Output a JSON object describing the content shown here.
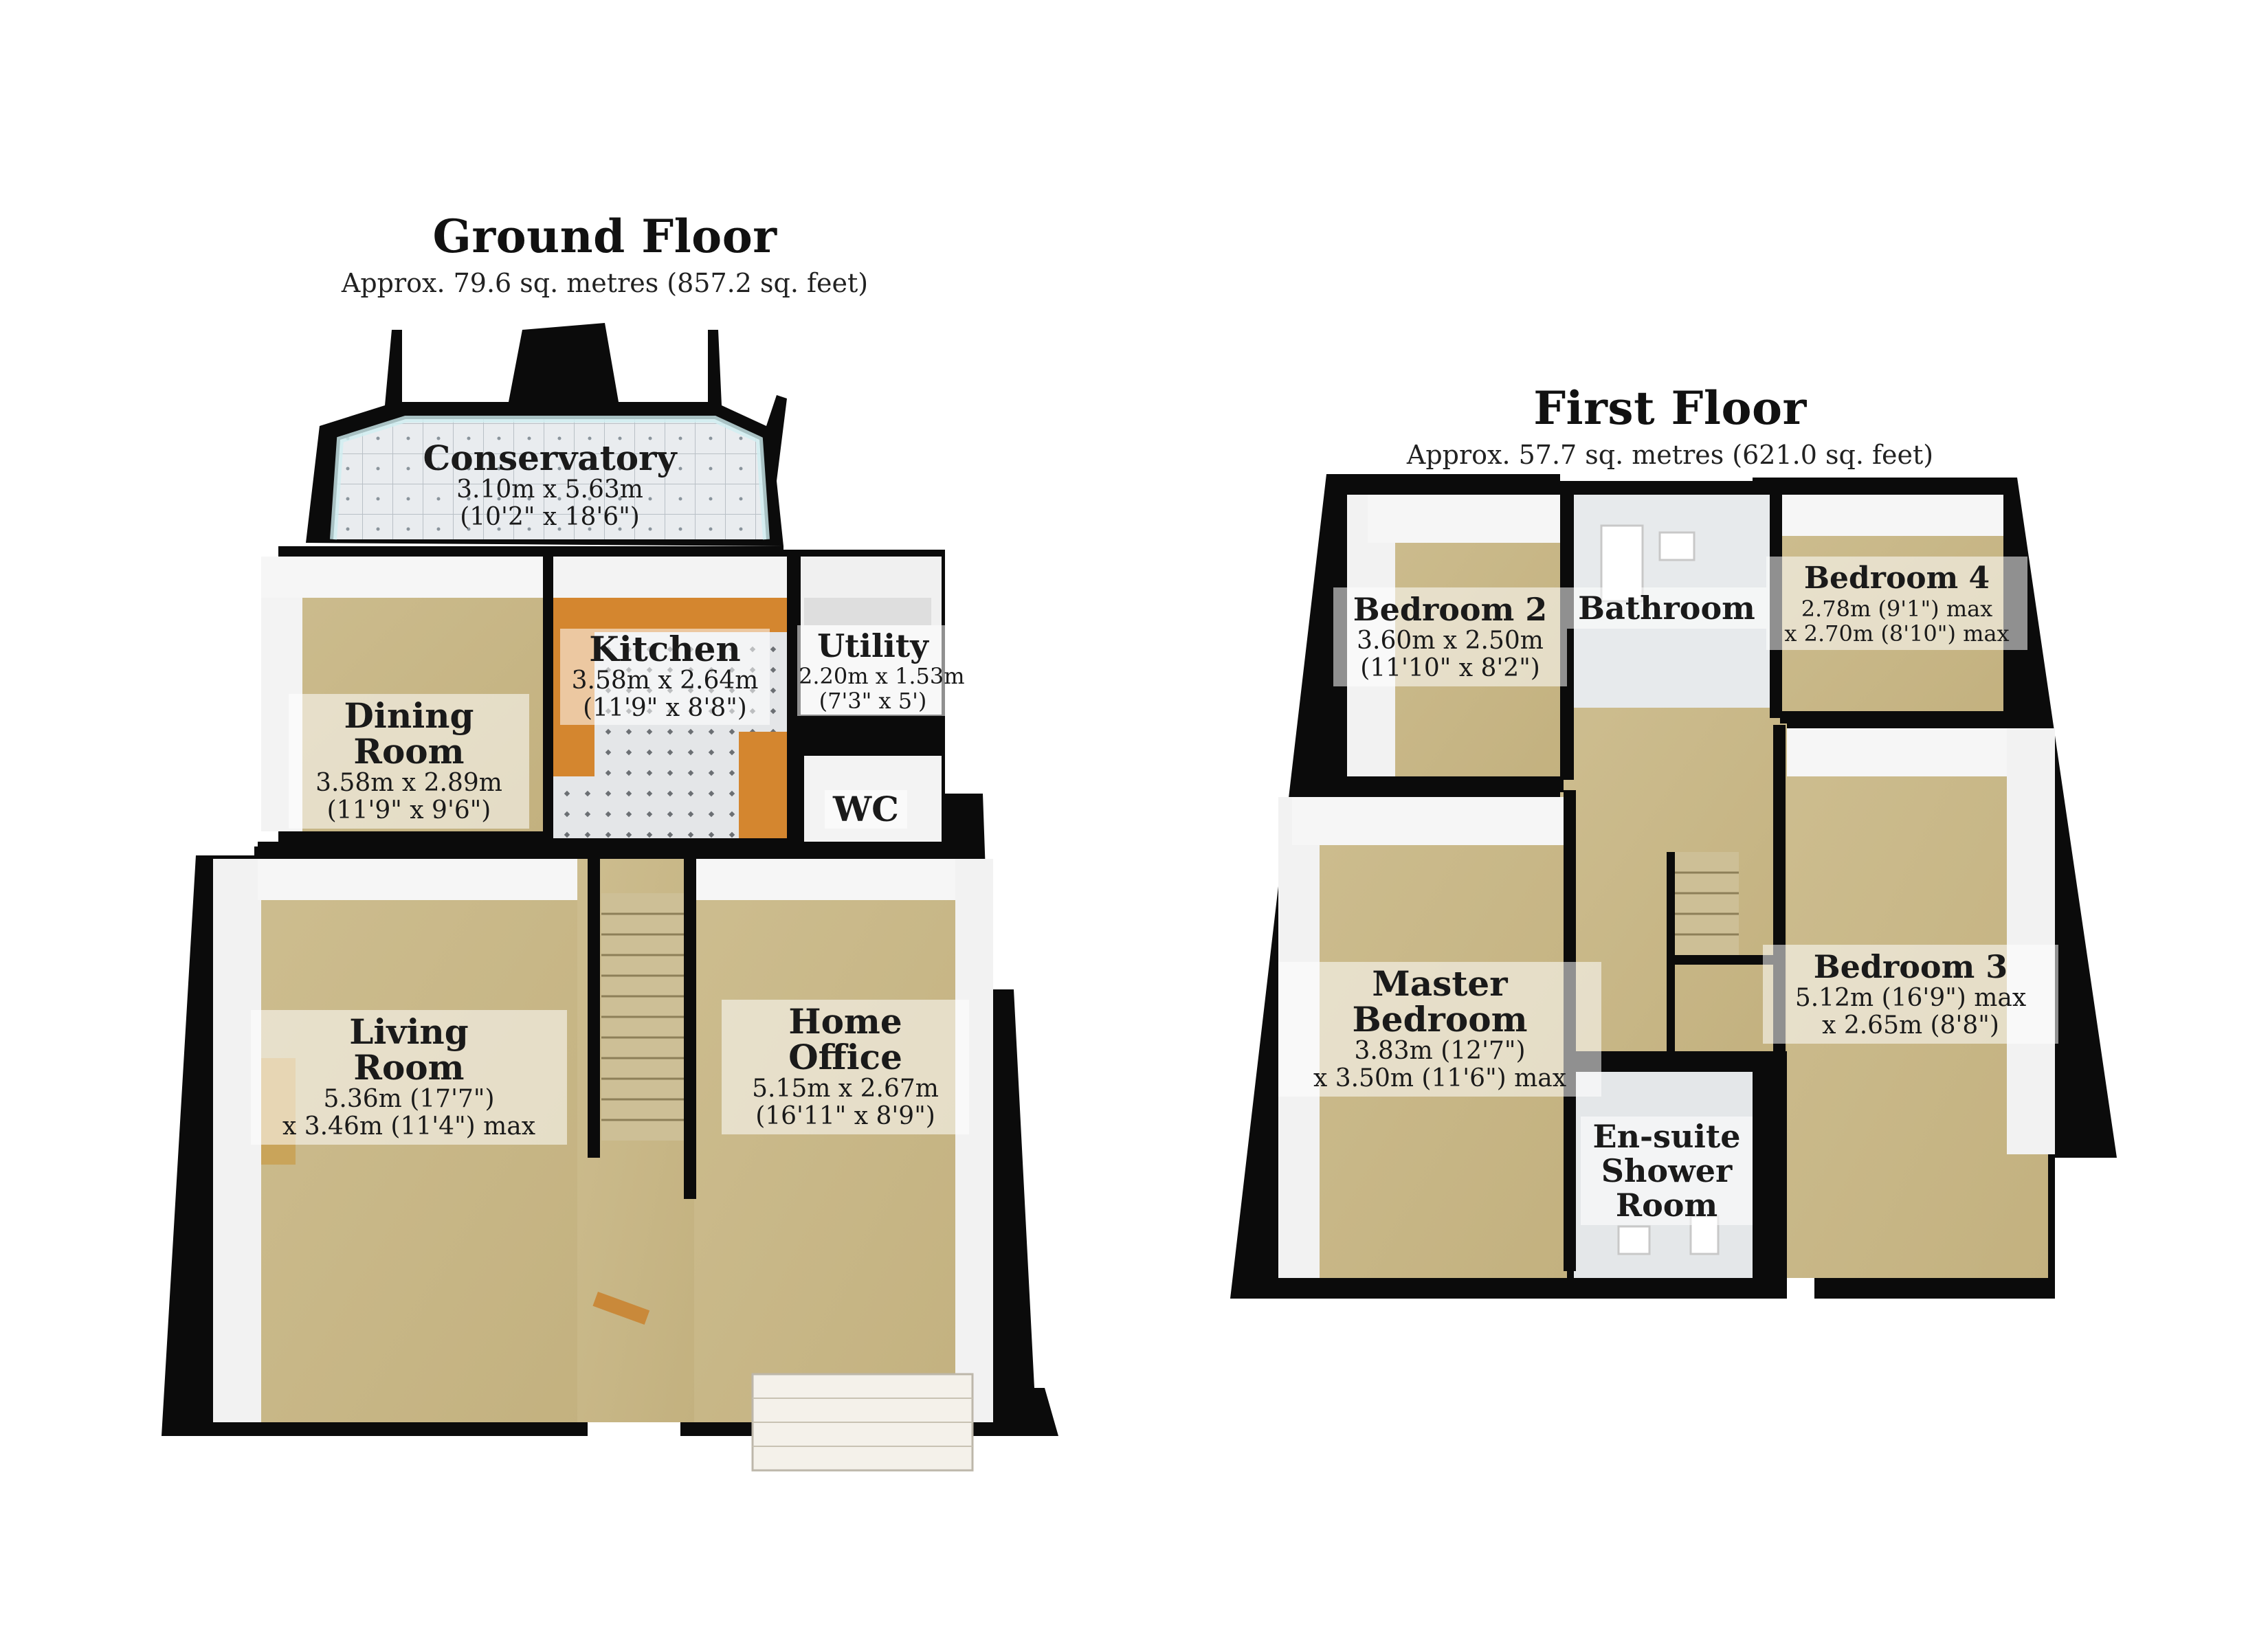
{
  "ground_floor": {
    "title": "Ground Floor",
    "area": "Approx. 79.6 sq. metres (857.2 sq. feet)",
    "rooms": {
      "conservatory": {
        "name": "Conservatory",
        "dim1": "3.10m x 5.63m",
        "dim2": "(10'2\" x 18'6\")"
      },
      "dining": {
        "name1": "Dining",
        "name2": "Room",
        "dim1": "3.58m x 2.89m",
        "dim2": "(11'9\" x 9'6\")"
      },
      "kitchen": {
        "name": "Kitchen",
        "dim1": "3.58m x 2.64m",
        "dim2": "(11'9\" x 8'8\")"
      },
      "utility": {
        "name": "Utility",
        "dim1": "2.20m x 1.53m",
        "dim2": "(7'3\" x 5')"
      },
      "wc": {
        "name": "WC"
      },
      "living": {
        "name1": "Living",
        "name2": "Room",
        "dim1": "5.36m (17'7\")",
        "dim2": "x 3.46m (11'4\") max"
      },
      "office": {
        "name1": "Home",
        "name2": "Office",
        "dim1": "5.15m x 2.67m",
        "dim2": "(16'11\" x 8'9\")"
      }
    }
  },
  "first_floor": {
    "title": "First Floor",
    "area": "Approx. 57.7 sq. metres (621.0 sq. feet)",
    "rooms": {
      "bedroom2": {
        "name": "Bedroom 2",
        "dim1": "3.60m x 2.50m",
        "dim2": "(11'10\" x 8'2\")"
      },
      "bathroom": {
        "name": "Bathroom"
      },
      "bedroom4": {
        "name": "Bedroom 4",
        "dim1": "2.78m (9'1\") max",
        "dim2": "x 2.70m (8'10\") max"
      },
      "master": {
        "name1": "Master",
        "name2": "Bedroom",
        "dim1": "3.83m (12'7\")",
        "dim2": "x 3.50m (11'6\") max"
      },
      "bedroom3": {
        "name": "Bedroom 3",
        "dim1": "5.12m (16'9\") max",
        "dim2": "x 2.65m (8'8\")"
      },
      "ensuite": {
        "name1": "En-suite",
        "name2": "Shower",
        "name3": "Room"
      }
    }
  },
  "colors": {
    "wall": "#0b0b0b",
    "wall_inner": "#f2f2f2",
    "carpet": "#c9b889",
    "tile": "#e6e9ec",
    "worktop": "#d4862f",
    "glass": "#cfeff1",
    "door": "#f4f1ea"
  }
}
